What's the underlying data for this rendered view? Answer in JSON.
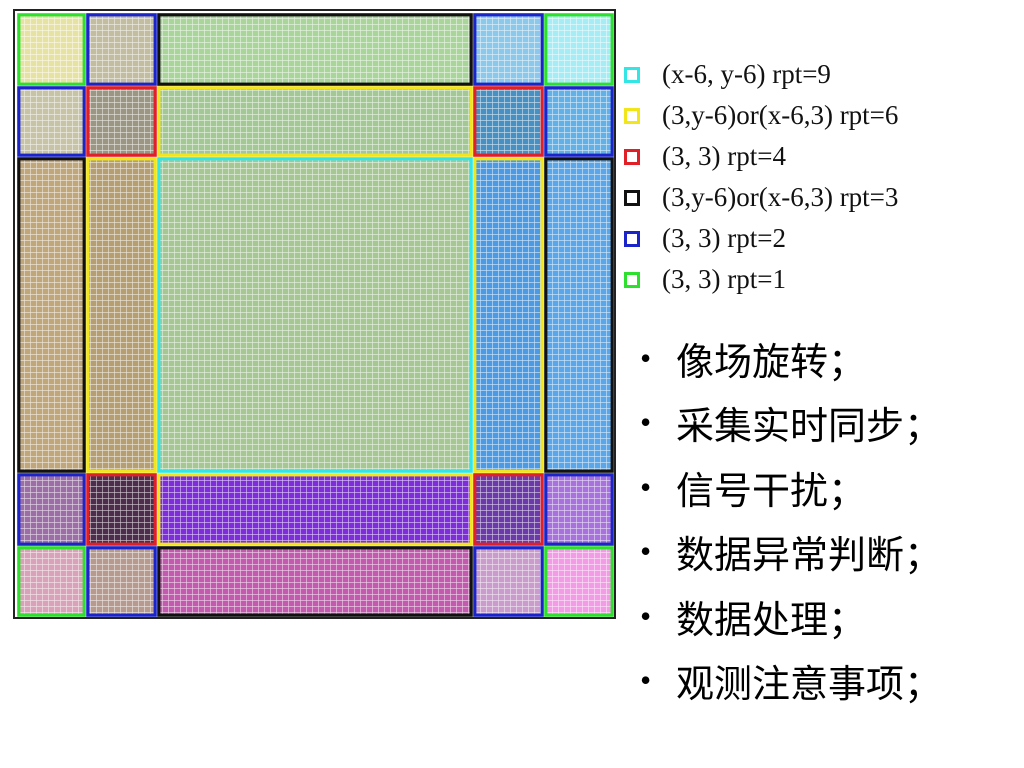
{
  "legend": {
    "items": [
      {
        "label": "(x-6, y-6) rpt=9",
        "color": "#33e6e6"
      },
      {
        "label": "(3,y-6)or(x-6,3) rpt=6",
        "color": "#f2e61a"
      },
      {
        "label": "(3, 3) rpt=4",
        "color": "#e01f26"
      },
      {
        "label": "(3,y-6)or(x-6,3) rpt=3",
        "color": "#111111"
      },
      {
        "label": "(3, 3) rpt=2",
        "color": "#1a24c8"
      },
      {
        "label": "(3, 3) rpt=1",
        "color": "#2ee02e"
      }
    ]
  },
  "bullets": {
    "marker": "•",
    "items": [
      "像场旋转；",
      "采集实时同步；",
      "信号干扰；",
      "数据异常判断；",
      "数据处理；",
      "观测注意事项；"
    ]
  },
  "diagram": {
    "regions": [
      {
        "name": "corner-top-left-rpt1",
        "fill": "#e6e2a3",
        "border": "#2ee02e"
      },
      {
        "name": "edge-top-left-rpt2",
        "fill": "#c2bca0",
        "border": "#1a24c8"
      },
      {
        "name": "edge-top-rpt3",
        "fill": "#a9d49a",
        "border": "#111111"
      },
      {
        "name": "edge-top-right-rpt2",
        "fill": "#8cc8ea",
        "border": "#1a24c8"
      },
      {
        "name": "corner-top-right-rpt1",
        "fill": "#a6ecf4",
        "border": "#2ee02e"
      },
      {
        "name": "edge-left-top-rpt2",
        "fill": "#c6c3a6",
        "border": "#1a24c8"
      },
      {
        "name": "inner-corner-top-left-rpt4",
        "fill": "#9a9683",
        "border": "#e01f26"
      },
      {
        "name": "inner-edge-top-rpt6",
        "fill": "#a3c895",
        "border": "#f2e61a"
      },
      {
        "name": "inner-corner-top-right-rpt4",
        "fill": "#4890c2",
        "border": "#e01f26"
      },
      {
        "name": "edge-right-top-rpt2",
        "fill": "#62b0e6",
        "border": "#1a24c8"
      },
      {
        "name": "edge-left-rpt3",
        "fill": "#c0a77b",
        "border": "#111111"
      },
      {
        "name": "inner-edge-left-rpt6",
        "fill": "#b59e72",
        "border": "#f2e61a"
      },
      {
        "name": "center-rpt9",
        "fill": "#a6c794",
        "border": "#33e6e6"
      },
      {
        "name": "inner-edge-right-rpt6",
        "fill": "#4d9ae2",
        "border": "#f2e61a"
      },
      {
        "name": "edge-right-rpt3",
        "fill": "#5aa6e8",
        "border": "#111111"
      },
      {
        "name": "edge-left-bottom-rpt2",
        "fill": "#9c6ea6",
        "border": "#1a24c8"
      },
      {
        "name": "inner-corner-bottom-left-rpt4",
        "fill": "#4c2e4c",
        "border": "#e01f26"
      },
      {
        "name": "inner-edge-bottom-rpt6",
        "fill": "#7d2ed8",
        "border": "#f2e61a"
      },
      {
        "name": "inner-corner-bottom-right-rpt4",
        "fill": "#6a3aa8",
        "border": "#e01f26"
      },
      {
        "name": "edge-right-bottom-rpt2",
        "fill": "#a872dc",
        "border": "#1a24c8"
      },
      {
        "name": "corner-bottom-left-rpt1",
        "fill": "#d8a2b8",
        "border": "#2ee02e"
      },
      {
        "name": "edge-bottom-left-rpt2",
        "fill": "#b69a90",
        "border": "#1a24c8"
      },
      {
        "name": "edge-bottom-rpt3",
        "fill": "#c25aae",
        "border": "#111111"
      },
      {
        "name": "edge-bottom-right-rpt2",
        "fill": "#c99ccc",
        "border": "#1a24c8"
      },
      {
        "name": "corner-bottom-right-rpt1",
        "fill": "#f29ce6",
        "border": "#2ee02e"
      }
    ]
  }
}
